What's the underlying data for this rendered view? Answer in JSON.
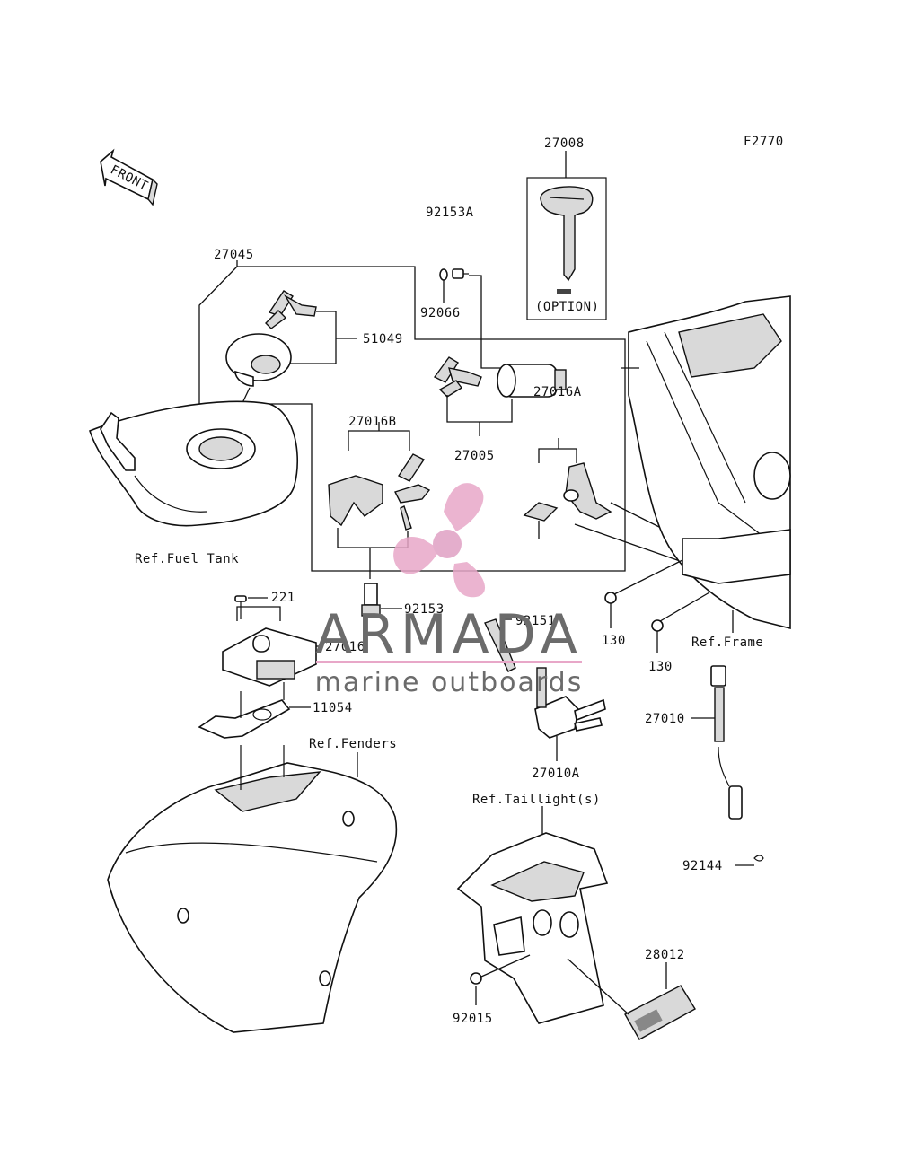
{
  "figure_code": "F2770",
  "front_arrow": "FRONT",
  "labels": {
    "p27008": "27008",
    "option": "(OPTION)",
    "p92153A": "92153A",
    "p92066": "92066",
    "p27045": "27045",
    "p51049": "51049",
    "p27016B": "27016B",
    "p27016A": "27016A",
    "p27005": "27005",
    "ref_fuel_tank": "Ref.Fuel Tank",
    "p221": "221",
    "p92153": "92153",
    "p27016": "27016",
    "p11054": "11054",
    "ref_fenders": "Ref.Fenders",
    "p92151": "92151",
    "p27010A": "27010A",
    "p130a": "130",
    "p130b": "130",
    "ref_frame": "Ref.Frame",
    "p27010": "27010",
    "p92144": "92144",
    "ref_taillights": "Ref.Taillight(s)",
    "p28012": "28012",
    "p92015": "92015"
  },
  "watermark": {
    "brand": "ARMADA",
    "tagline": "marine outboards",
    "logo_color": "#e8a7c8",
    "text_color": "#6b6b6b"
  }
}
